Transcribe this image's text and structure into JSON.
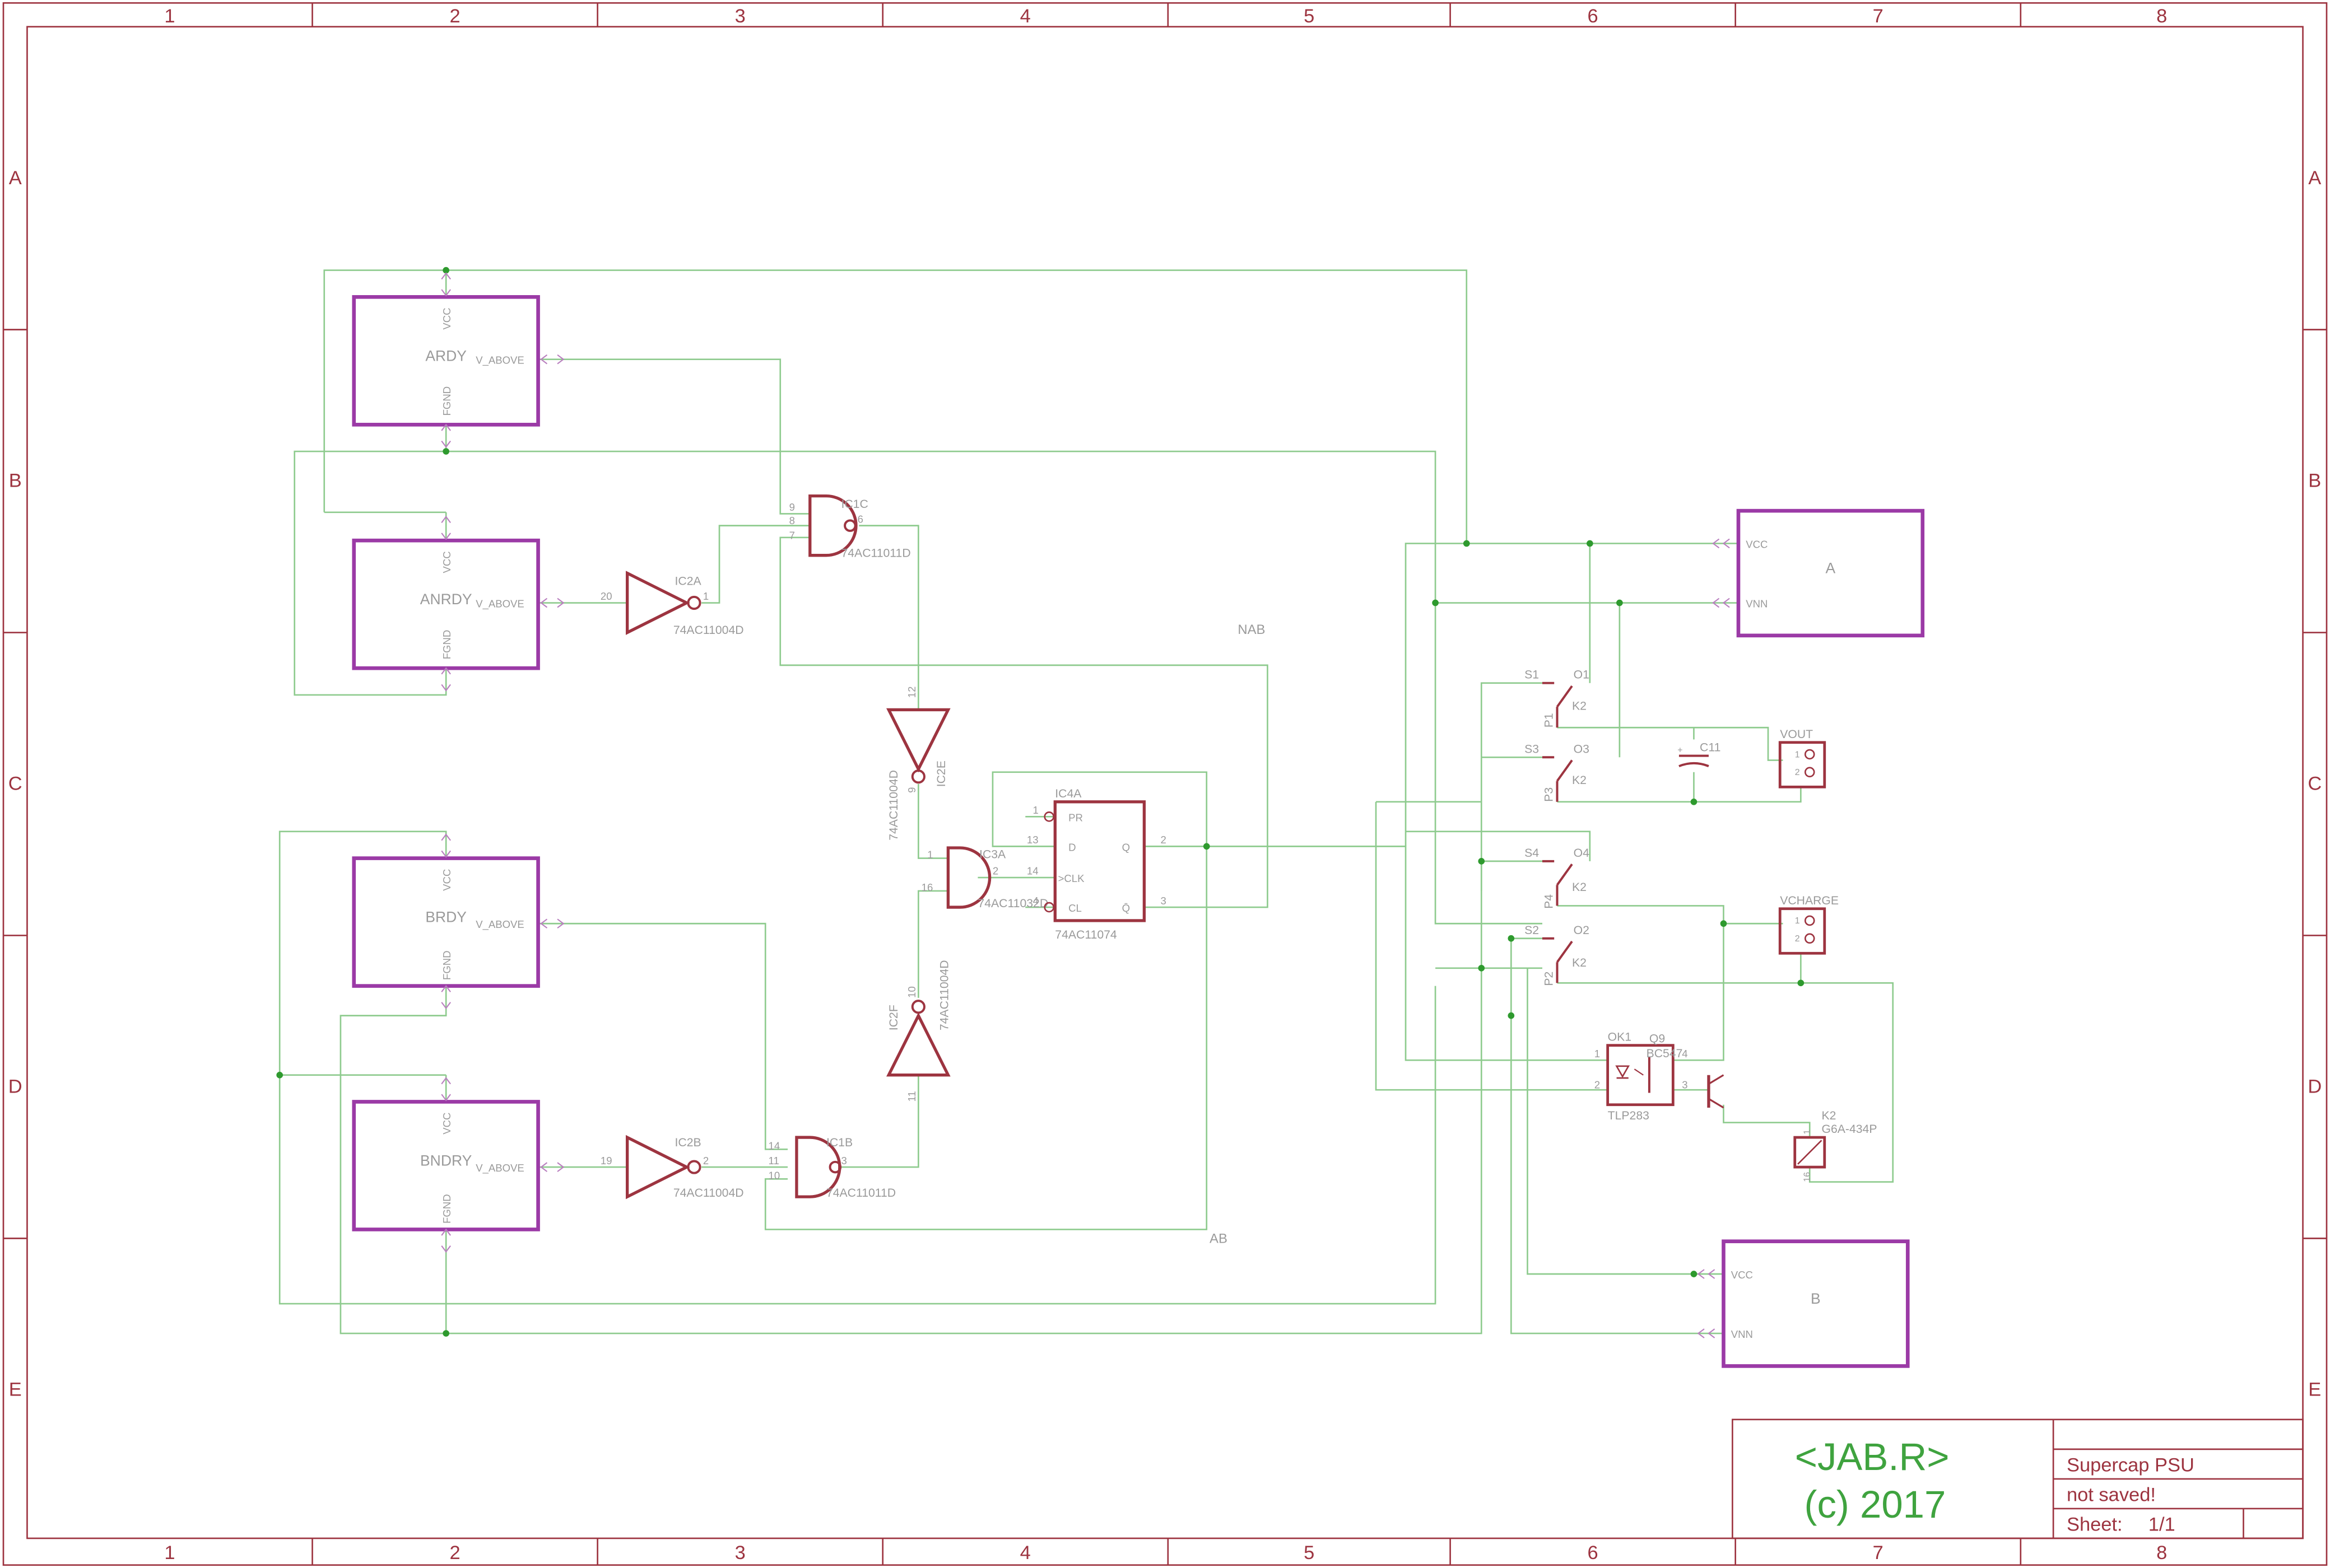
{
  "colors": {
    "frame": "#9d3440",
    "wire": "#8ecb8e",
    "junction": "#2e9a2e",
    "block": "#9b3aa6",
    "pin": "#b97fbf",
    "label": "#9a9a9a",
    "title": "#3fa33f",
    "background": "#ffffff"
  },
  "frame": {
    "columns": [
      "1",
      "2",
      "3",
      "4",
      "5",
      "6",
      "7",
      "8"
    ],
    "rows": [
      "A",
      "B",
      "C",
      "D",
      "E"
    ]
  },
  "blocks": {
    "ardy": {
      "name": "ARDY",
      "pin_top": "VCC",
      "pin_right": "V_ABOVE",
      "pin_bottom": "FGND"
    },
    "anrdy": {
      "name": "ANRDY",
      "pin_top": "VCC",
      "pin_right": "V_ABOVE",
      "pin_bottom": "FGND"
    },
    "brdy": {
      "name": "BRDY",
      "pin_top": "VCC",
      "pin_right": "V_ABOVE",
      "pin_bottom": "FGND"
    },
    "bndry": {
      "name": "BNDRY",
      "pin_top": "VCC",
      "pin_right": "V_ABOVE",
      "pin_bottom": "FGND"
    },
    "a": {
      "name": "A",
      "pin_1": "VCC",
      "pin_2": "VNN"
    },
    "b": {
      "name": "B",
      "pin_1": "VCC",
      "pin_2": "VNN"
    }
  },
  "gates": {
    "ic2a": {
      "name": "IC2A",
      "part": "74AC11004D",
      "pin_in": "20",
      "pin_out": "1"
    },
    "ic2b": {
      "name": "IC2B",
      "part": "74AC11004D",
      "pin_in": "19",
      "pin_out": "2"
    },
    "ic1c": {
      "name": "IC1C",
      "part": "74AC11011D",
      "pin_a": "9",
      "pin_b": "8",
      "pin_c": "7",
      "pin_out": "6"
    },
    "ic1b": {
      "name": "IC1B",
      "part": "74AC11011D",
      "pin_a": "14",
      "pin_b": "11",
      "pin_c": "10",
      "pin_out": "3"
    },
    "ic2e": {
      "name": "IC2E",
      "part": "74AC11004D",
      "pin_in": "12",
      "pin_out": "9"
    },
    "ic2f": {
      "name": "IC2F",
      "part": "74AC11004D",
      "pin_in": "11",
      "pin_out": "10"
    },
    "ic3a": {
      "name": "IC3A",
      "part": "74AC11032D",
      "pin_a": "1",
      "pin_b": "16",
      "pin_out": "2"
    }
  },
  "flipflop": {
    "name": "IC4A",
    "part": "74AC11074",
    "pin_pr_name": "PR",
    "pin_pr": "1",
    "pin_d_name": "D",
    "pin_d": "13",
    "pin_clk_name": ">CLK",
    "pin_clk": "14",
    "pin_cl_name": "CL",
    "pin_cl": "4",
    "pin_q_name": "Q",
    "pin_q": "2",
    "pin_qn_name": "Q̄",
    "pin_qn": "3"
  },
  "nets": {
    "nab": "NAB",
    "ab": "AB"
  },
  "relays": {
    "s1": {
      "s": "S1",
      "o": "O1",
      "p": "P1",
      "k": "K2"
    },
    "s3": {
      "s": "S3",
      "o": "O3",
      "p": "P3",
      "k": "K2"
    },
    "s4": {
      "s": "S4",
      "o": "O4",
      "p": "P4",
      "k": "K2"
    },
    "s2": {
      "s": "S2",
      "o": "O2",
      "p": "P2",
      "k": "K2"
    }
  },
  "capacitor": {
    "name": "C11",
    "plus": "+"
  },
  "connectors": {
    "vout": {
      "name": "VOUT",
      "pin1": "1",
      "pin2": "2"
    },
    "vcharge": {
      "name": "VCHARGE",
      "pin1": "1",
      "pin2": "2"
    }
  },
  "optocoupler": {
    "name": "OK1",
    "part": "TLP283",
    "pin1": "1",
    "pin2": "2",
    "pin3": "3",
    "pin4": "4"
  },
  "transistor": {
    "name": "Q9",
    "part": "BC547"
  },
  "relay_coil": {
    "name": "K2",
    "part": "G6A-434P",
    "pin1": "1",
    "pin16": "16"
  },
  "title_block": {
    "logo": "<JAB.R>",
    "copyright": "(c) 2017",
    "project": "Supercap PSU",
    "status": "not saved!",
    "sheet_label": "Sheet:",
    "sheet_value": "1/1"
  }
}
